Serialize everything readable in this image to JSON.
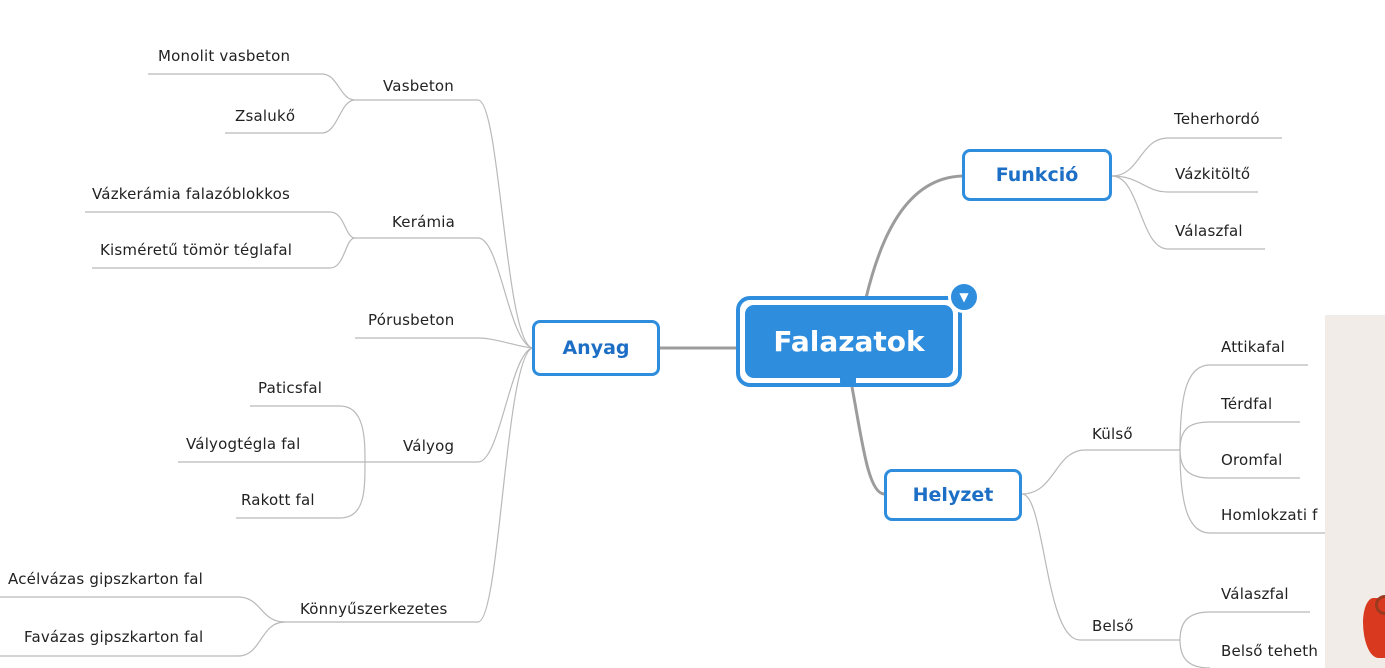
{
  "map": {
    "central": "Falazatok",
    "branches": {
      "anyag": "Anyag",
      "funkcio": "Funkció",
      "helyzet": "Helyzet"
    },
    "anyag_groups": {
      "vasbeton": "Vasbeton",
      "keramia": "Kerámia",
      "porusbeton": "Pórusbeton",
      "valyog": "Vályog",
      "konnyu": "Könnyűszerkezetes"
    },
    "anyag_leaves": {
      "monolit": "Monolit vasbeton",
      "zsaluko": "Zsalukő",
      "vazkeramia": "Vázkerámia falazóblokkos",
      "kismeretu": "Kisméretű tömör téglafal",
      "paticsfal": "Paticsfal",
      "valyogtegla": "Vályogtégla fal",
      "rakott": "Rakott fal",
      "acelvazas": "Acélvázas gipszkarton fal",
      "favazas": "Favázas gipszkarton fal"
    },
    "funkcio_leaves": {
      "teherhordo": "Teherhordó",
      "vazkitolto": "Vázkitöltő",
      "valaszfal": "Válaszfal"
    },
    "helyzet_groups": {
      "kulso": "Külső",
      "belso": "Belső"
    },
    "kulso_leaves": {
      "attikafal": "Attikafal",
      "terdfal": "Térdfal",
      "oromfal": "Oromfal",
      "homlokzati": "Homlokzati f"
    },
    "belso_leaves": {
      "valaszfal": "Válaszfal",
      "belso_teher": "Belső teheth"
    }
  },
  "colors": {
    "accent": "#2f8ddd",
    "branch_text": "#1d6fc6",
    "connector": "#b9b9b9"
  },
  "icons": {
    "collapse": "chevron-down-icon"
  }
}
